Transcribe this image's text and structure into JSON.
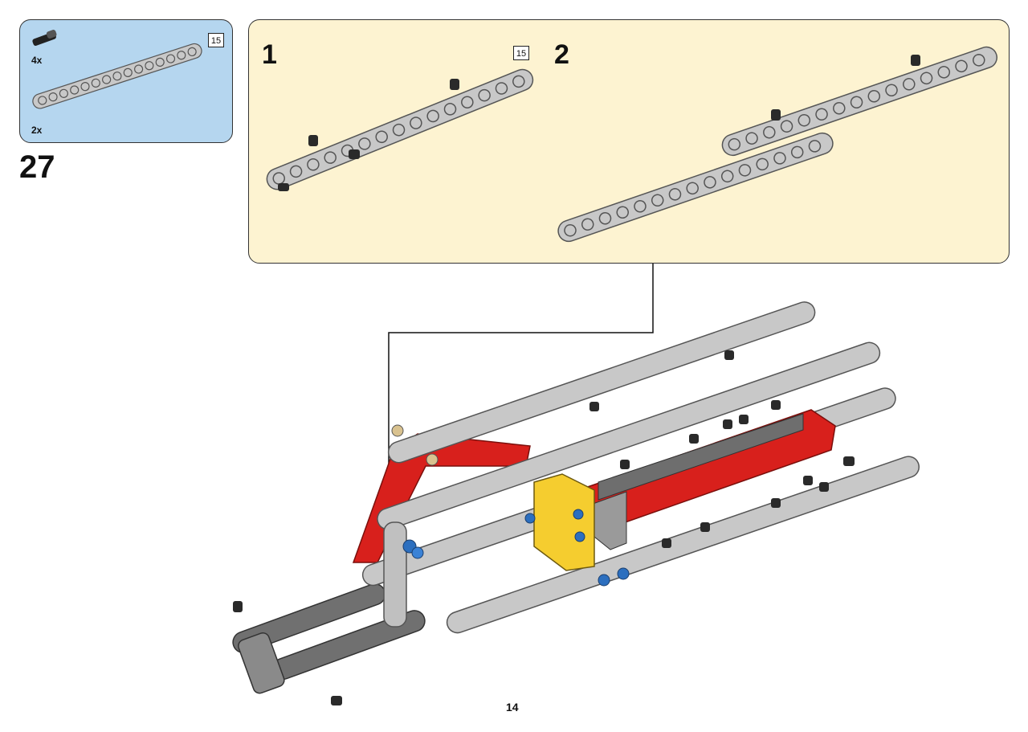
{
  "parts": {
    "pin_qty": "4x",
    "beam_qty": "2x",
    "beam_length": "15"
  },
  "step": {
    "number": "27"
  },
  "substeps": {
    "first": "1",
    "first_beam_length": "15",
    "second": "2"
  },
  "page": {
    "number": "14"
  },
  "colors": {
    "parts_bg": "#b5d6ef",
    "substep_bg": "#fdf3d1",
    "beam_gray": "#c8c8c8",
    "dark_gray": "#6e6e6e",
    "red": "#d8201c",
    "yellow": "#f5cd2f",
    "blue": "#2c6fbf"
  }
}
